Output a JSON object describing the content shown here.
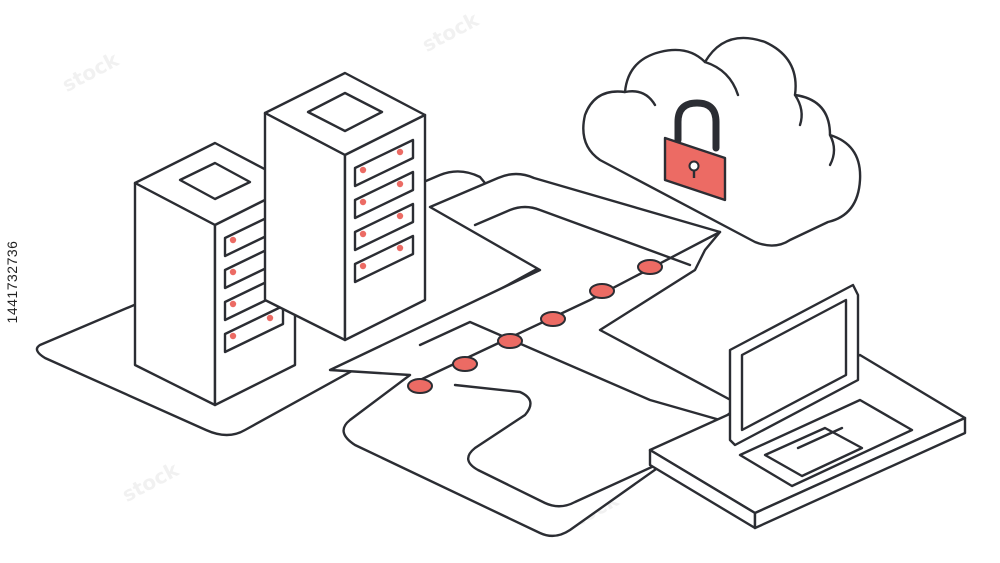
{
  "image_id_text": "1441732736",
  "watermark_text": "stock",
  "colors": {
    "outline": "#2b2d33",
    "accent": "#ec6b64",
    "background": "#ffffff"
  },
  "icons": {
    "server_left": "server-rack-icon",
    "server_right": "server-rack-icon",
    "cloud": "cloud-icon",
    "lock": "padlock-icon",
    "laptop": "laptop-icon",
    "network": "network-path-icon"
  },
  "network_nodes_count": 6
}
